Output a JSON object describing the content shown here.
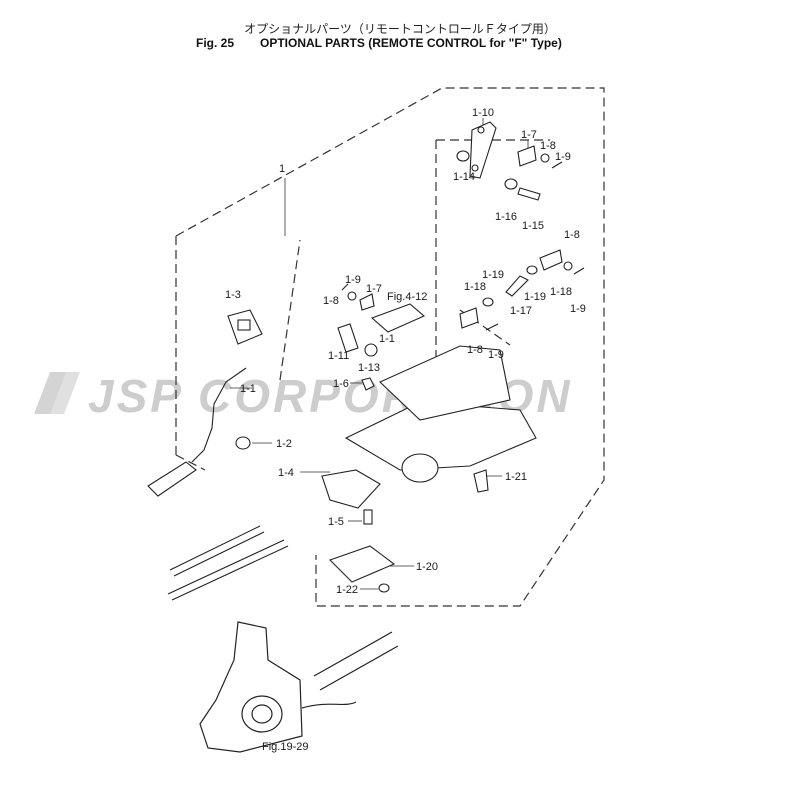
{
  "header": {
    "title_jp": "オプショナルパーツ（リモートコントロールＦタイプ用）",
    "fig_number": "Fig. 25",
    "title_en": "OPTIONAL PARTS (REMOTE CONTROL for \"F\" Type)"
  },
  "watermark": {
    "text": "JSP CORPORATION",
    "color": "#c8c8c8"
  },
  "callouts": {
    "assembly": "1",
    "p1_10": "1-10",
    "p1_7a": "1-7",
    "p1_8a": "1-8",
    "p1_9a": "1-9",
    "p1_14": "1-14",
    "p1_16": "1-16",
    "p1_15": "1-15",
    "p1_8b": "1-8",
    "p1_19a": "1-19",
    "p1_18a": "1-18",
    "p1_19b": "1-19",
    "p1_17": "1-17",
    "p1_18b": "1-18",
    "p1_9b": "1-9",
    "p1_8c": "1-8",
    "p1_9c": "1-9",
    "p1_9d": "1-9",
    "p1_8d": "1-8",
    "p1_7b": "1-7",
    "fig_4_12": "Fig.4-12",
    "p1_3": "1-3",
    "p1_11": "1-11",
    "p1_1b": "1-1",
    "p1_13": "1-13",
    "p1_6": "1-6",
    "p1_1": "1-1",
    "p1_2": "1-2",
    "p1_4": "1-4",
    "p1_21": "1-21",
    "p1_5": "1-5",
    "p1_20": "1-20",
    "p1_22": "1-22",
    "fig_19_29": "Fig.19-29"
  },
  "colors": {
    "ink": "#1a1a1a",
    "line": "#333333"
  }
}
